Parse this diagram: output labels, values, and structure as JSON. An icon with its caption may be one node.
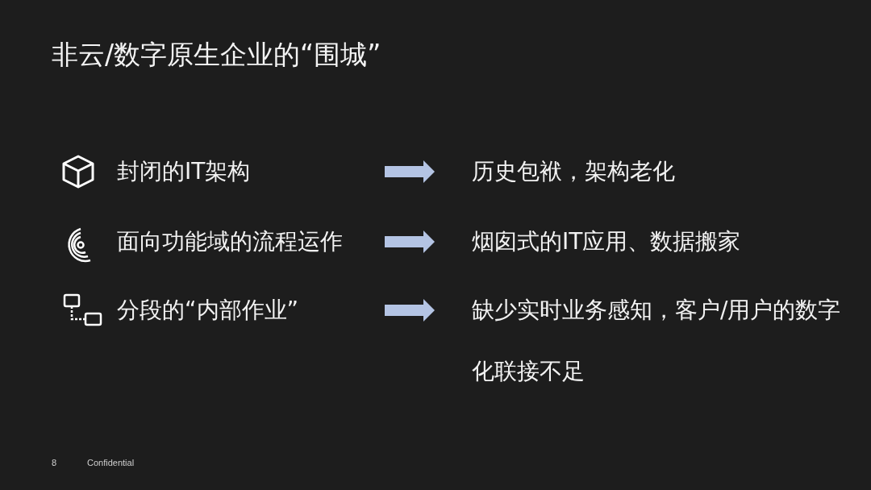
{
  "diagram": {
    "title": "非云/数字原生企业的“围城”",
    "nodes": [
      {
        "text": [
          "封闭的IT架构"
        ]
      },
      {
        "text": [
          "历史包袱，架构老化"
        ]
      },
      {
        "text": [
          "面向功能域的流程运作"
        ]
      },
      {
        "text": [
          "烟囱式的IT应用、数据搬家"
        ]
      },
      {
        "text": [
          "分段的“内部作业”"
        ]
      },
      {
        "text": [
          "缺少实时业务感知，客户/用户的数字化联接不足"
        ]
      }
    ],
    "edges": [
      {
        "from": 0,
        "to": 1,
        "arrow": "to"
      },
      {
        "from": 2,
        "to": 3,
        "arrow": "to"
      },
      {
        "from": 4,
        "to": 5,
        "arrow": "to"
      }
    ],
    "labels": [
      "8",
      "Confidential"
    ]
  }
}
